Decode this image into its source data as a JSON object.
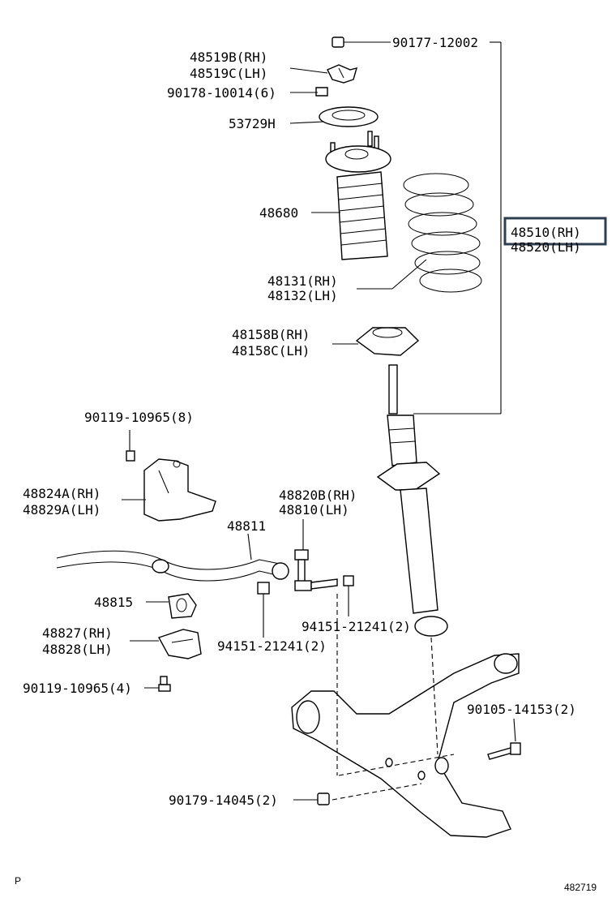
{
  "labels": {
    "l01": "90177-12002",
    "l02": "48519B(RH)",
    "l03": "48519C(LH)",
    "l04": "90178-10014(6)",
    "l05": "53729H",
    "l06": "48680",
    "l07": "48510(RH)",
    "l08": "48520(LH)",
    "l09": "48131(RH)",
    "l10": "48132(LH)",
    "l11": "48158B(RH)",
    "l12": "48158C(LH)",
    "l13": "90119-10965(8)",
    "l14": "48824A(RH)",
    "l15": "48829A(LH)",
    "l16": "48820B(RH)",
    "l17": "48810(LH)",
    "l18": "48811",
    "l19": "48815",
    "l20": "94151-21241(2)",
    "l21": "94151-21241(2)",
    "l22": "48827(RH)",
    "l23": "48828(LH)",
    "l24": "90119-10965(4)",
    "l25": "90105-14153(2)",
    "l26": "90179-14045(2)"
  },
  "footer": {
    "left_mark": "P",
    "figure_number": "482719"
  },
  "highlight_color": "#2c3e50"
}
